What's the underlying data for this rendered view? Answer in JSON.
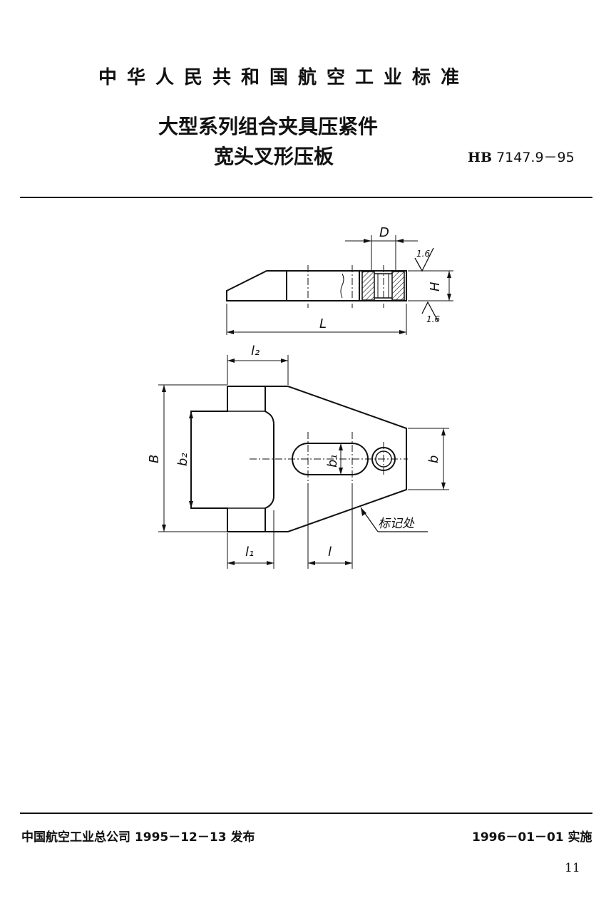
{
  "header": {
    "organization_title": "中华人民共和国航空工业标准",
    "title_line1": "大型系列组合夹具压紧件",
    "title_line2": "宽头叉形压板",
    "standard_prefix": "HB",
    "standard_number": "7147.9－95"
  },
  "drawing": {
    "labels": {
      "D": "D",
      "H": "H",
      "L": "L",
      "roughness_top": "1.6",
      "roughness_bottom": "1.6",
      "l2": "l₂",
      "B": "B",
      "b2": "b₂",
      "b1": "b₁",
      "b": "b",
      "l1": "l₁",
      "l": "l",
      "marking": "标记处"
    }
  },
  "footer": {
    "issuer": "中国航空工业总公司 1995－12－13 发布",
    "effective": "1996－01－01 实施",
    "page_number": "11"
  }
}
